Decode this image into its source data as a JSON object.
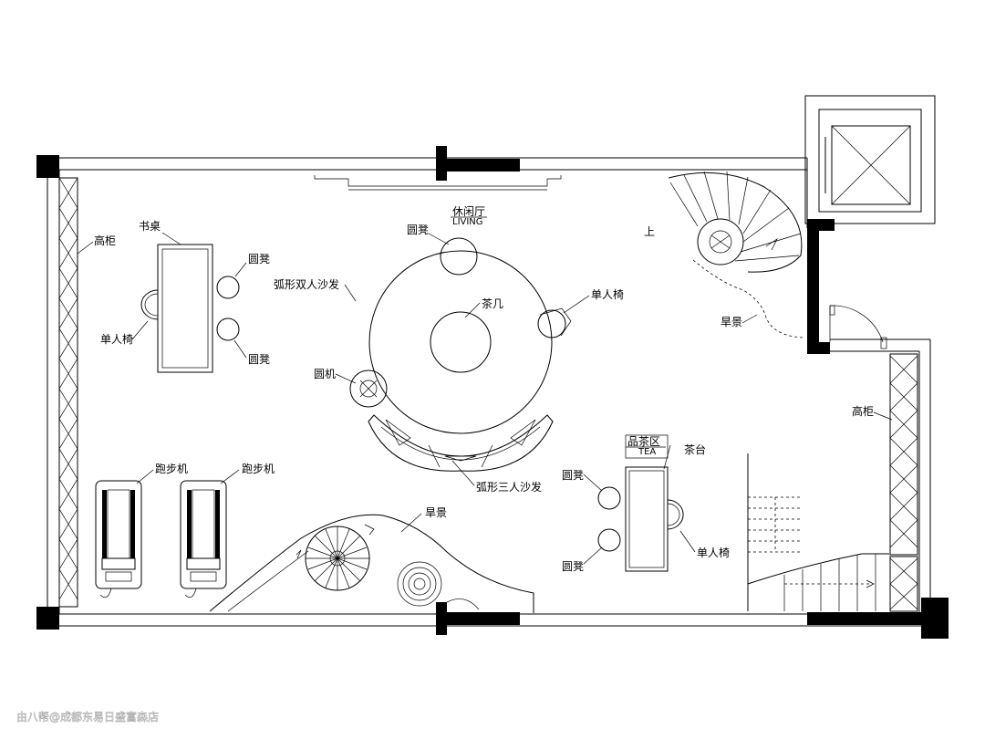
{
  "labels": {
    "living_cn": "休闲厅",
    "living_en": "LIVING",
    "desk": "书桌",
    "tall_cabinet_left": "高柜",
    "stool_top": "圆凳",
    "curved_loveseat": "弧形双人沙发",
    "single_chair_left": "单人椅",
    "stool_left_lower": "圆凳",
    "coffee_table": "茶几",
    "single_chair_right": "单人椅",
    "stool_top_center": "圆凳",
    "side_unit": "圆机",
    "up": "上",
    "dry_landscape_right": "旱景",
    "tall_cabinet_right": "高柜",
    "tea_area_cn": "品茶区",
    "tea_area_en": "TEA",
    "tea_table": "茶台",
    "stool_tea_upper": "圆凳",
    "stool_tea_lower": "圆凳",
    "single_chair_tea": "单人椅",
    "curved_sofa_three": "弧形三人沙发",
    "treadmill_1": "跑步机",
    "treadmill_2": "跑步机",
    "dry_landscape_bottom": "旱景"
  },
  "watermark": "由八帮@成都东易日盛富森店"
}
